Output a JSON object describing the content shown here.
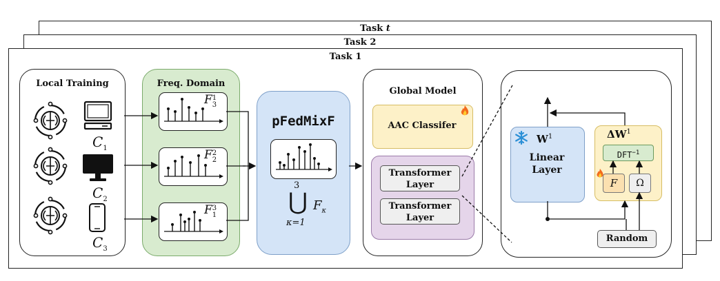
{
  "tasks": {
    "task_t_label": "Task",
    "task_t_var": "t",
    "task_2_label": "Task 2",
    "task_1_label": "Task 1"
  },
  "local_training": {
    "title": "Local Training",
    "clients": [
      {
        "device": "laptop-icon",
        "label_symbol": "C",
        "label_index": "1"
      },
      {
        "device": "monitor-icon",
        "label_symbol": "C",
        "label_index": "2"
      },
      {
        "device": "phone-icon",
        "label_symbol": "C",
        "label_index": "3"
      }
    ]
  },
  "freq_domain": {
    "title": "Freq. Domain",
    "spectra": [
      {
        "symbol": "F",
        "sup": "1",
        "sub": "3"
      },
      {
        "symbol": "F",
        "sup": "2",
        "sub": "2"
      },
      {
        "symbol": "F",
        "sup": "3",
        "sub": "1"
      }
    ]
  },
  "mixer": {
    "title": "pFedMixF",
    "union_upper": "3",
    "union_lower": "κ=1",
    "union_symbol": "F",
    "union_sub": "κ"
  },
  "global_model": {
    "title": "Global Model",
    "classifier_label": "AAC Classifer",
    "transformer_layers": [
      "Transformer Layer",
      "Transformer Layer"
    ]
  },
  "detail": {
    "linear_weight": "W",
    "linear_weight_sup": "1",
    "linear_label": "Linear Layer",
    "delta_label": "ΔW",
    "delta_sup": "1",
    "dft_label": "DFT",
    "dft_sup": "−1",
    "f_symbol": "F",
    "omega_symbol": "Ω",
    "random_label": "Random"
  },
  "colors": {
    "freq_panel": "#d8ebcf",
    "mixer_panel": "#d4e4f7",
    "classifier": "#fdf1c8",
    "transformer_group": "#e5d5ea",
    "linear_layer": "#d4e4f7",
    "delta_panel": "#fdf1c8",
    "dft_box": "#d8ebcf"
  }
}
